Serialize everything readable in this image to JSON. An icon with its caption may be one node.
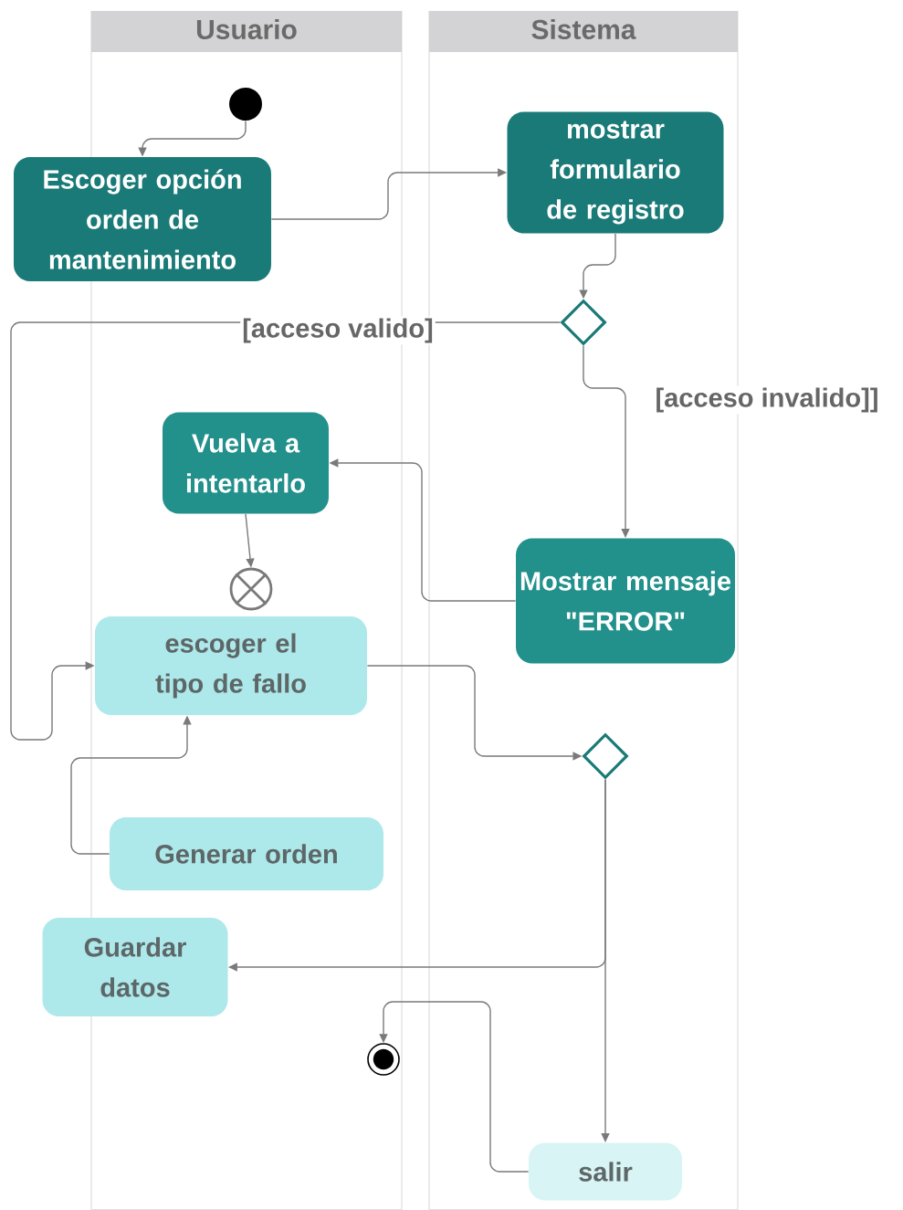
{
  "diagram": {
    "nodes": [
      {
        "text": [
          "Usuario"
        ]
      },
      {
        "text": [
          "Sistema"
        ]
      },
      {
        "text": [],
        "shape": "circle",
        "in": 0
      },
      {
        "text": [
          "Escoger opción orden de mantenimiento"
        ]
      },
      {
        "text": [
          "mostrar formulario de registro"
        ],
        "in": 1
      },
      {
        "text": [],
        "shape": "diamond",
        "in": 1
      },
      {
        "text": [
          "Vuelva a intentarlo"
        ],
        "in": 0
      },
      {
        "text": [
          "Mostrar mensaje \"ERROR\""
        ],
        "in": 1
      },
      {
        "text": [],
        "shape": "circle",
        "in": 0
      },
      {
        "text": [
          "escoger el tipo de fallo"
        ],
        "in": 0
      },
      {
        "text": [],
        "shape": "diamond",
        "in": 1
      },
      {
        "text": [
          "Generar orden"
        ],
        "in": 0
      },
      {
        "text": [
          "Guardar datos"
        ]
      },
      {
        "text": [],
        "shape": "circle",
        "in": 0
      },
      {
        "text": [
          "salir"
        ],
        "in": 1
      }
    ],
    "edges": [
      {
        "from": 2,
        "to": 3,
        "arrow": "to"
      },
      {
        "from": 3,
        "to": 4,
        "arrow": "to"
      },
      {
        "from": 4,
        "to": 5,
        "arrow": "to"
      },
      {
        "from": 5,
        "to": 9,
        "arrow": "to",
        "label": "[acceso valido]"
      },
      {
        "from": 5,
        "to": 7,
        "arrow": "to",
        "label": "[acceso invalido]]"
      },
      {
        "from": 7,
        "to": 6,
        "arrow": "to"
      },
      {
        "from": 6,
        "to": 8,
        "arrow": "to"
      },
      {
        "from": 9,
        "to": 10,
        "arrow": "to"
      },
      {
        "from": 11,
        "to": 9,
        "arrow": "to"
      },
      {
        "from": 10,
        "to": 12,
        "arrow": "to"
      },
      {
        "from": 10,
        "to": 14,
        "arrow": "to"
      },
      {
        "from": 14,
        "to": 13,
        "arrow": "to"
      }
    ]
  }
}
